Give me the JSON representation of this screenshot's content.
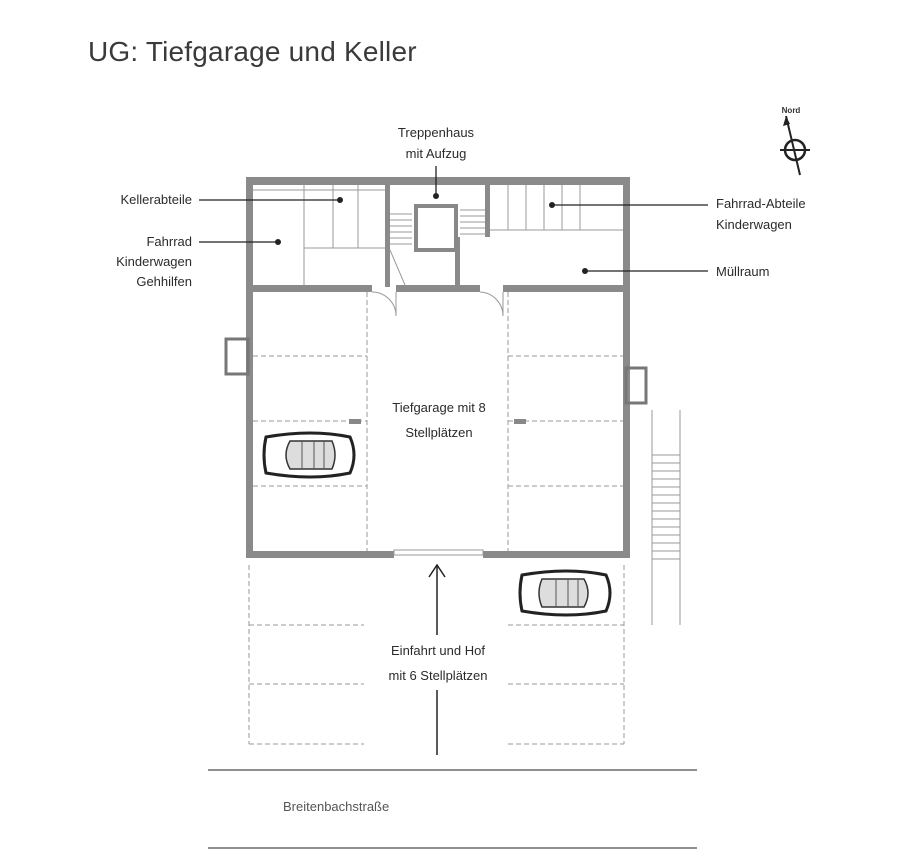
{
  "title": "UG: Tiefgarage und Keller",
  "compass": {
    "label": "Nord",
    "icon": "north-arrow-icon"
  },
  "labels": {
    "kellerabteile": "Kellerabteile",
    "fahrrad_left": [
      "Fahrrad",
      "Kinderwagen",
      "Gehhilfen"
    ],
    "treppenhaus": [
      "Treppenhaus",
      "mit Aufzug"
    ],
    "fahrrad_right": [
      "Fahrrad-Abteile",
      "Kinderwagen"
    ],
    "muellraum": "Müllraum",
    "tiefgarage": [
      "Tiefgarage mit 8",
      "Stellplätzen"
    ],
    "einfahrt": [
      "Einfahrt und Hof",
      "mit 6 Stellplätzen"
    ],
    "street": "Breitenbachstraße"
  },
  "colors": {
    "wall": "#8a8a8a",
    "text": "#2b2b2b",
    "line": "#222222"
  }
}
